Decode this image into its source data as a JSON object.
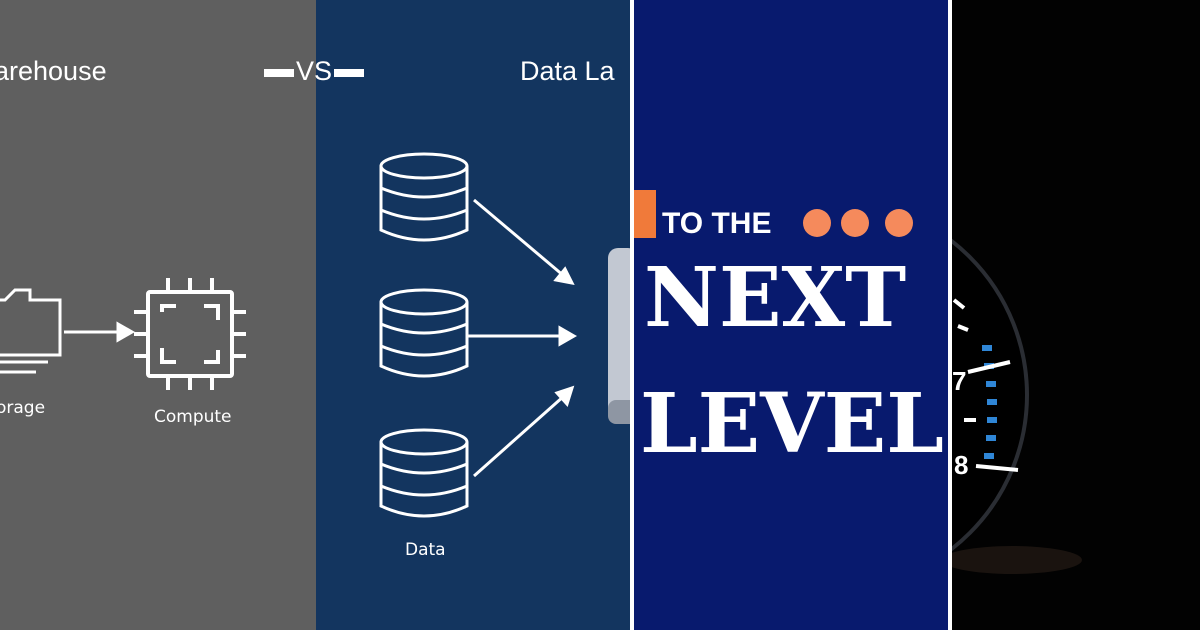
{
  "panels": {
    "warehouse_vs_lake": {
      "left_title": "arehouse",
      "vs_label": "VS",
      "right_title": "Data La",
      "storage_label": "orage",
      "compute_label": "Compute",
      "data_label": "Data"
    },
    "next_level": {
      "kicker": "TO THE",
      "line1": "NEXT",
      "line2": "LEVEL",
      "colors": {
        "background": "#081a6e",
        "accent": "#f58a5c"
      }
    },
    "speedometer": {
      "numbers": [
        "7",
        "8"
      ]
    }
  },
  "colors": {
    "panel1_bg": "#5f5f5f",
    "panel2_bg": "#13355f",
    "gauge_blue": "#2f86d6"
  },
  "icons": [
    "folder-stack-icon",
    "arrow-right-icon",
    "cpu-chip-icon",
    "database-icon",
    "database-icon",
    "database-icon",
    "arrow-icon",
    "storage-cylinder-icon",
    "speedometer-icon"
  ]
}
